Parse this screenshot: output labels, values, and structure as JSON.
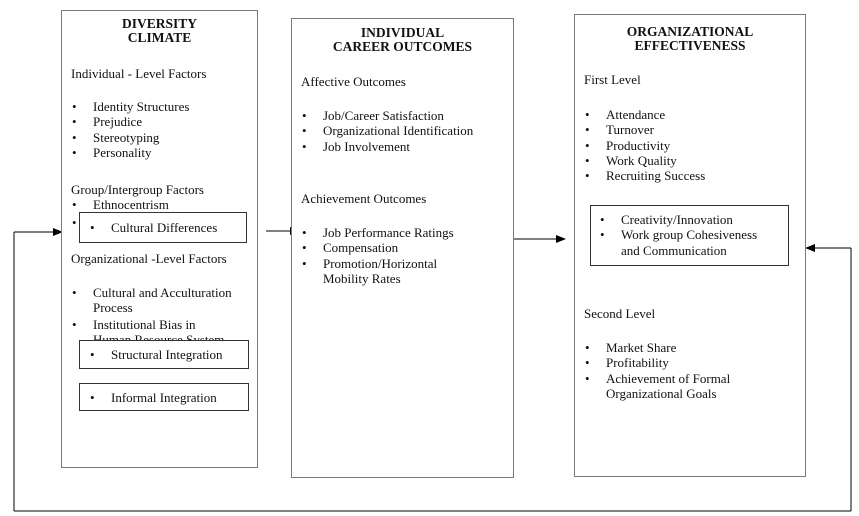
{
  "diversity": {
    "title_line1": "DIVERSITY",
    "title_line2": "CLIMATE",
    "individual_heading": "Individual - Level Factors",
    "individual_items": [
      "Identity Structures",
      "Prejudice",
      "Stereotyping",
      "Personality"
    ],
    "group_heading": "Group/Intergroup Factors",
    "group_items": [
      "Ethnocentrism"
    ],
    "cultural_differences": "Cultural Differences",
    "org_heading": "Organizational -Level Factors",
    "org_item1": "Cultural and Acculturation",
    "org_item1_cont": "Process",
    "org_item2": "Institutional Bias in",
    "org_item2_cont": "Human Resource System",
    "structural": "Structural Integration",
    "informal": "Informal Integration"
  },
  "career": {
    "title_line1": "INDIVIDUAL",
    "title_line2": "CAREER OUTCOMES",
    "affective_heading": "Affective Outcomes",
    "affective_items": [
      "Job/Career Satisfaction",
      "Organizational Identification",
      "Job Involvement"
    ],
    "achievement_heading": "Achievement Outcomes",
    "achievement_items": [
      "Job Performance Ratings",
      "Compensation",
      "Promotion/Horizontal"
    ],
    "achievement_cont": "Mobility Rates"
  },
  "effectiveness": {
    "title_line1": "ORGANIZATIONAL",
    "title_line2": "EFFECTIVENESS",
    "first_heading": "First Level",
    "first_items": [
      "Attendance",
      "Turnover",
      "Productivity",
      "Work Quality",
      "Recruiting Success"
    ],
    "inner_item1": "Creativity/Innovation",
    "inner_item2": "Work group Cohesiveness",
    "inner_item2_cont": "and Communication",
    "second_heading": "Second Level",
    "second_items": [
      "Market Share",
      "Profitability",
      "Achievement of Formal"
    ],
    "second_cont": "Organizational Goals"
  }
}
